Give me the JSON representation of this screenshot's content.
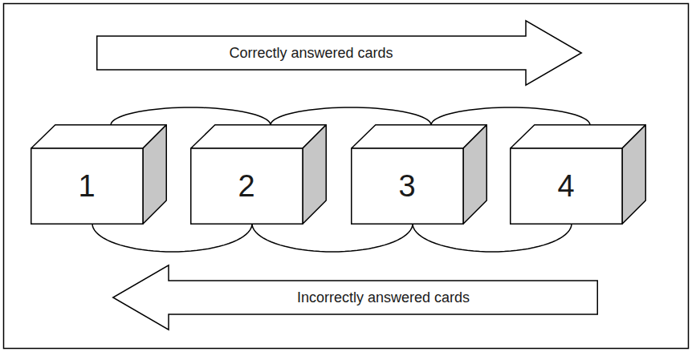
{
  "diagram": {
    "nodes": [
      {
        "text": [
          "Correctly answered cards"
        ]
      },
      {
        "text": [
          "1"
        ]
      },
      {
        "text": [
          "2"
        ]
      },
      {
        "text": [
          "3"
        ]
      },
      {
        "text": [
          "4"
        ]
      },
      {
        "text": [
          "Incorrectly answered cards"
        ]
      }
    ],
    "edges": [
      {
        "from": 1,
        "to": 2,
        "arrow": "none"
      },
      {
        "from": 2,
        "to": 3,
        "arrow": "none"
      },
      {
        "from": 3,
        "to": 4,
        "arrow": "none"
      },
      {
        "from": 1,
        "to": 2,
        "arrow": "none"
      },
      {
        "from": 2,
        "to": 3,
        "arrow": "none"
      },
      {
        "from": 3,
        "to": 4,
        "arrow": "none"
      }
    ]
  }
}
